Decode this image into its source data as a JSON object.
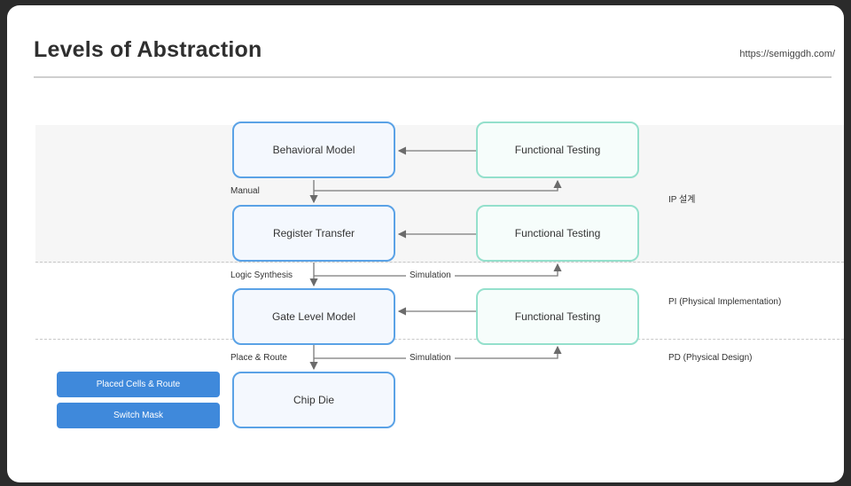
{
  "slide": {
    "title": "Levels of Abstraction",
    "url": "https://semiggdh.com/"
  },
  "diagram": {
    "model_boxes": [
      "Behavioral Model",
      "Register Transfer",
      "Gate Level Model",
      "Chip Die"
    ],
    "test_boxes": [
      "Functional Testing",
      "Functional Testing",
      "Functional Testing"
    ],
    "step_labels": [
      "Manual",
      "Logic Synthesis",
      "Place & Route"
    ],
    "simulation_labels": [
      "Simulation",
      "Simulation"
    ],
    "side_labels": [
      "IP 설계",
      "PI (Physical Implementation)",
      "PD (Physical Design)"
    ],
    "buttons": [
      "Placed Cells & Route",
      "Switch Mask"
    ]
  }
}
